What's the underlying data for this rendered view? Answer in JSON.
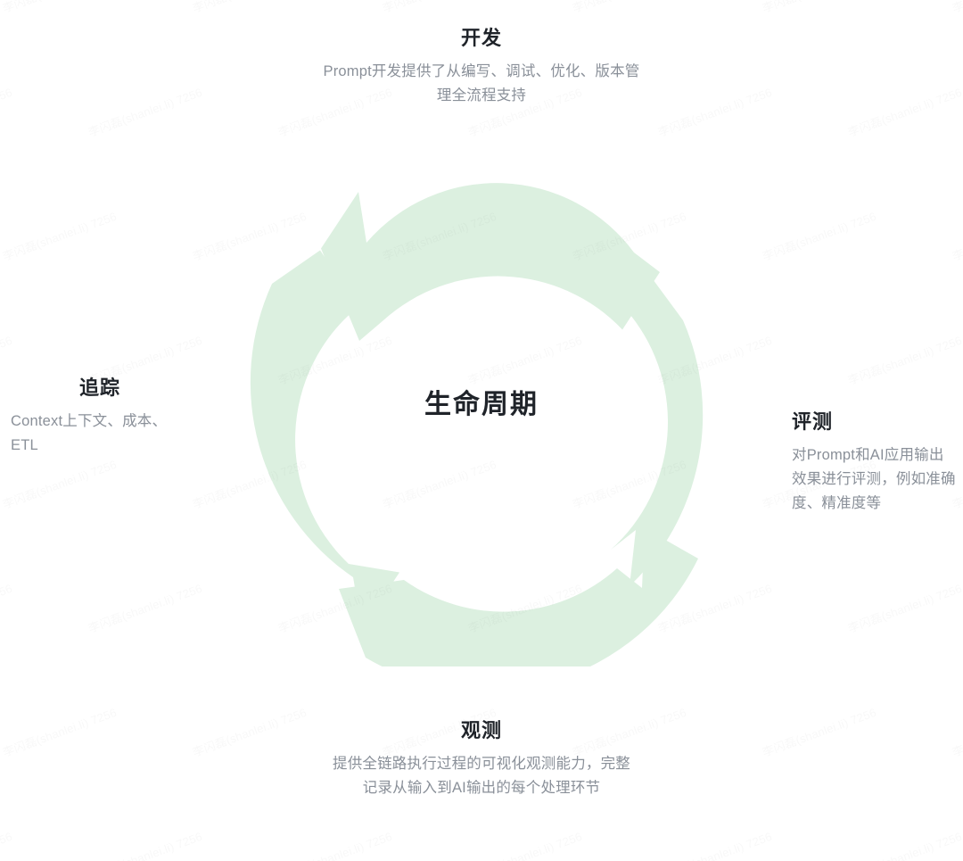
{
  "page": {
    "background_color": "#ffffff",
    "watermark_text": "李闪磊(shanlei.li) 7256"
  },
  "center": {
    "label": "生命周期"
  },
  "theme": {
    "arrow_fill": "#dcf0e0",
    "title_color": "#1f2329",
    "desc_color": "#8a9099"
  },
  "nodes": [
    {
      "id": "develop",
      "position": "top",
      "title": "开发",
      "desc": "Prompt开发提供了从编写、调试、优化、版本管理全流程支持"
    },
    {
      "id": "evaluate",
      "position": "right",
      "title": "评测",
      "desc": "对Prompt和AI应用输出效果进行评测，例如准确度、精准度等"
    },
    {
      "id": "observe",
      "position": "bottom",
      "title": "观测",
      "desc": "提供全链路执行过程的可视化观测能力，完整记录从输入到AI输出的每个处理环节"
    },
    {
      "id": "trace",
      "position": "left",
      "title": "追踪",
      "desc": "Context上下文、成本、ETL"
    }
  ],
  "chart_data": {
    "type": "cycle-diagram",
    "title": "生命周期",
    "direction": "counter-clockwise",
    "segment_count": 4,
    "segments": [
      {
        "label": "开发",
        "angle_position": "top"
      },
      {
        "label": "追踪",
        "angle_position": "left"
      },
      {
        "label": "观测",
        "angle_position": "bottom"
      },
      {
        "label": "评测",
        "angle_position": "right"
      }
    ],
    "colors": {
      "arrow": "#dcf0e0"
    }
  }
}
